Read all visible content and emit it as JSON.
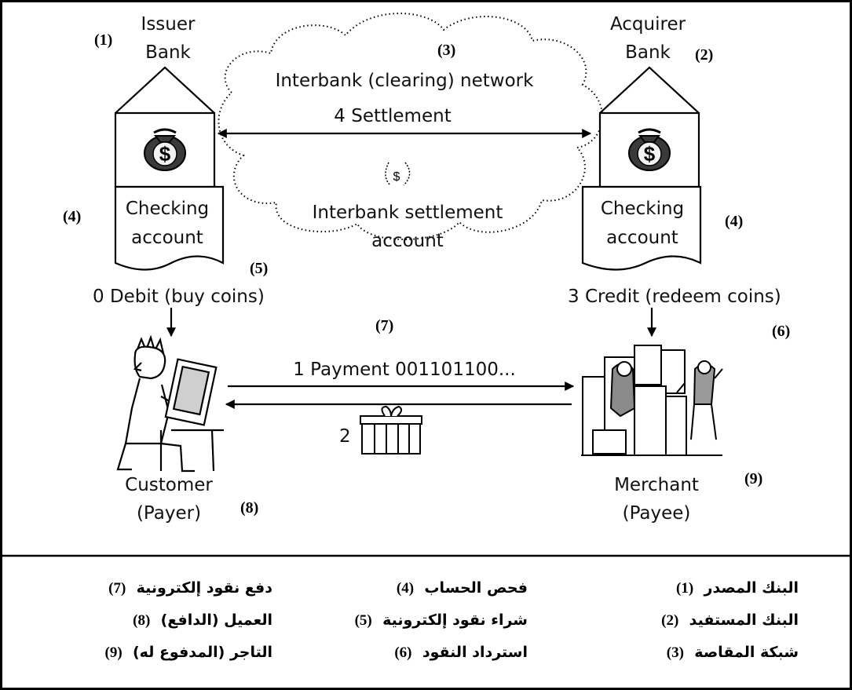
{
  "diagram": {
    "issuer": {
      "title_line1": "Issuer",
      "title_line2": "Bank",
      "number": "(1)",
      "account_line1": "Checking",
      "account_line2": "account",
      "account_number": "(4)"
    },
    "acquirer": {
      "title_line1": "Acquirer",
      "title_line2": "Bank",
      "number": "(2)",
      "account_line1": "Checking",
      "account_line2": "account",
      "account_number": "(4)"
    },
    "network": {
      "number": "(3)",
      "label": "Interbank (clearing) network",
      "settlement": "4 Settlement",
      "settlement_account_line1": "Interbank settlement",
      "settlement_account_line2": "account"
    },
    "debit": {
      "label": "0 Debit (buy coins)",
      "number": "(5)"
    },
    "credit": {
      "label": "3 Credit (redeem coins)",
      "number": "(6)"
    },
    "payment": {
      "label": "1 Payment 001101100...",
      "number": "(7)"
    },
    "goods": {
      "label": "2"
    },
    "customer": {
      "line1": "Customer",
      "line2": "(Payer)",
      "number": "(8)"
    },
    "merchant": {
      "line1": "Merchant",
      "line2": "(Payee)",
      "number": "(9)"
    }
  },
  "legend": {
    "col_right": [
      {
        "num": "(1)",
        "text": "البنك المصدر"
      },
      {
        "num": "(2)",
        "text": "البنك المستفيد"
      },
      {
        "num": "(3)",
        "text": "شبكة المقاصة"
      }
    ],
    "col_middle": [
      {
        "num": "(4)",
        "text": "فحص الحساب"
      },
      {
        "num": "(5)",
        "text": "شراء نقود إلكترونية"
      },
      {
        "num": "(6)",
        "text": "استرداد النقود"
      }
    ],
    "col_left": [
      {
        "num": "(7)",
        "text": "دفع نقود إلكترونية"
      },
      {
        "num": "(8)",
        "text": "العميل (الدافع)"
      },
      {
        "num": "(9)",
        "text": "التاجر (المدفوع له)"
      }
    ]
  },
  "colors": {
    "line": "#000000",
    "background": "#ffffff",
    "money_bag": "#3a3a3a"
  },
  "icons": [
    "money-bag-icon",
    "customer-at-computer-icon",
    "merchant-store-icon",
    "gift-box-icon"
  ]
}
